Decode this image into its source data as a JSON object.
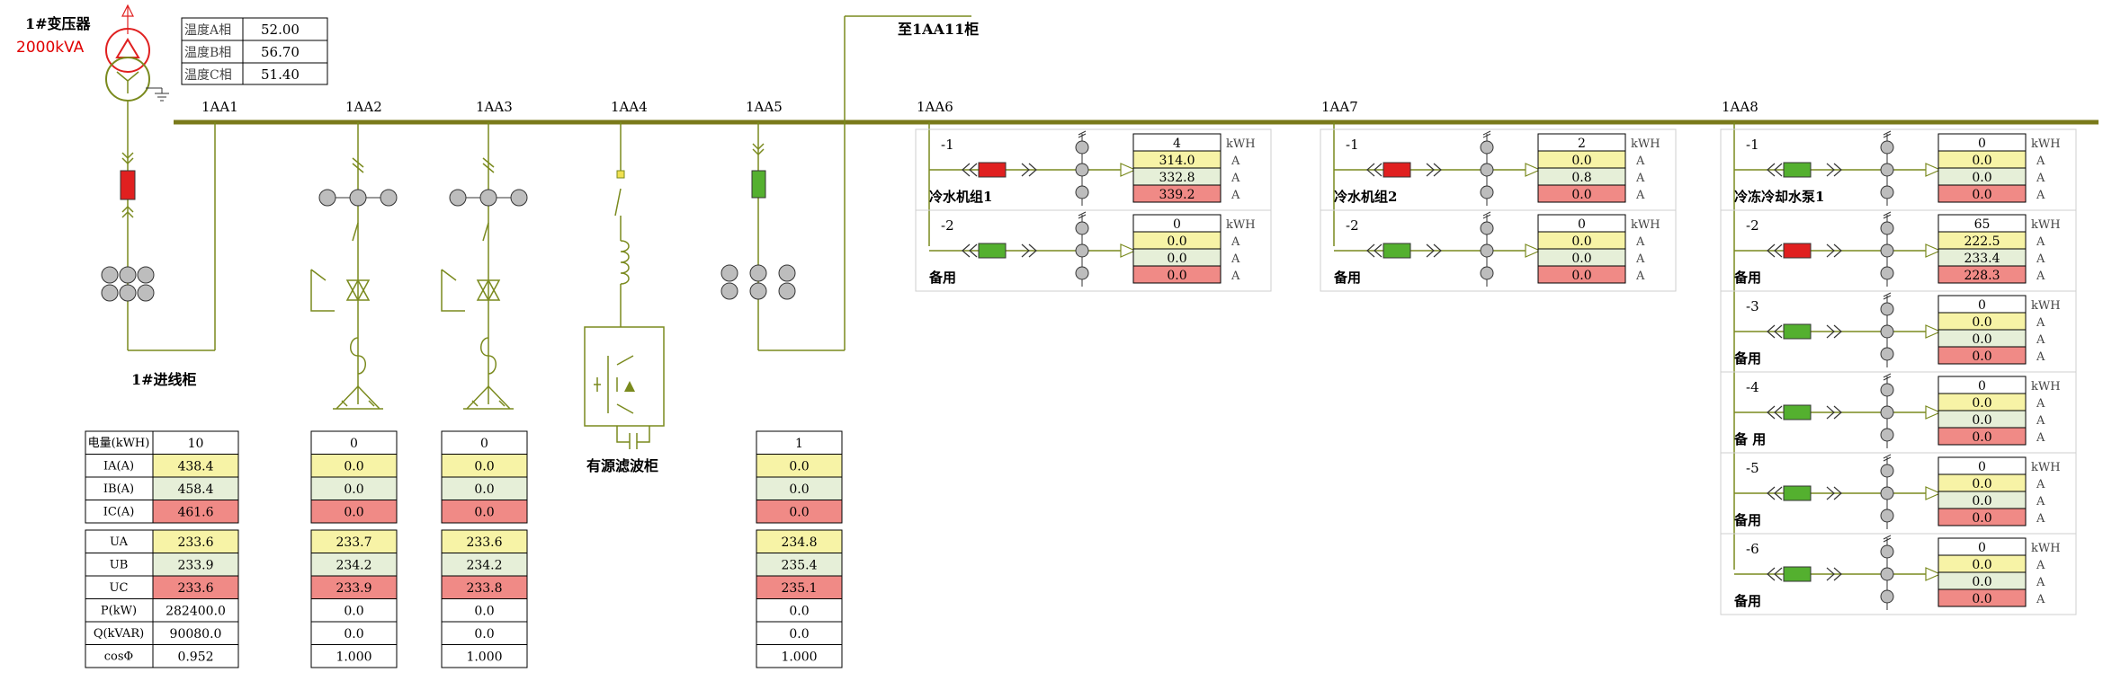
{
  "transformer": {
    "name": "1#变压器",
    "capacity": "2000kVA",
    "temps": [
      {
        "label": "温度A相",
        "value": "52.00"
      },
      {
        "label": "温度B相",
        "value": "56.70"
      },
      {
        "label": "温度C相",
        "value": "51.40"
      }
    ]
  },
  "feed_label": "至1AA11柜",
  "busbar_labels": [
    "1AA1",
    "1AA2",
    "1AA3",
    "1AA4",
    "1AA5",
    "1AA6",
    "1AA7",
    "1AA8"
  ],
  "cabinet_labels": {
    "incoming": "1#进线柜",
    "filter": "有源滤波柜"
  },
  "meter_row_labels": [
    "电量(kWH)",
    "IA(A)",
    "IB(A)",
    "IC(A)",
    "UA",
    "UB",
    "UC",
    "P(kW)",
    "Q(kVAR)",
    "cosΦ"
  ],
  "meters": [
    {
      "cabinet": "1AA1",
      "values": [
        "10",
        "438.4",
        "458.4",
        "461.6",
        "233.6",
        "233.9",
        "233.6",
        "282400.0",
        "90080.0",
        "0.952"
      ]
    },
    {
      "cabinet": "1AA2",
      "values": [
        "0",
        "0.0",
        "0.0",
        "0.0",
        "233.7",
        "234.2",
        "233.9",
        "0.0",
        "0.0",
        "1.000"
      ]
    },
    {
      "cabinet": "1AA3",
      "values": [
        "0",
        "0.0",
        "0.0",
        "0.0",
        "233.6",
        "234.2",
        "233.8",
        "0.0",
        "0.0",
        "1.000"
      ]
    },
    {
      "cabinet": "1AA5",
      "values": [
        "1",
        "0.0",
        "0.0",
        "0.0",
        "234.8",
        "235.4",
        "235.1",
        "0.0",
        "0.0",
        "1.000"
      ]
    }
  ],
  "unit_labels": {
    "energy": "kWH",
    "current": "A"
  },
  "status_colors": {
    "closed": "#e02020",
    "open": "#54b02f"
  },
  "feeders": [
    {
      "id": "-1",
      "name": "冷水机组1",
      "state": "closed",
      "values": [
        "4",
        "314.0",
        "332.8",
        "339.2"
      ]
    },
    {
      "id": "-2",
      "name": "备用",
      "state": "open",
      "values": [
        "0",
        "0.0",
        "0.0",
        "0.0"
      ]
    },
    {
      "id": "-1",
      "name": "冷水机组2",
      "state": "closed",
      "values": [
        "2",
        "0.0",
        "0.8",
        "0.0"
      ]
    },
    {
      "id": "-2",
      "name": "备用",
      "state": "open",
      "values": [
        "0",
        "0.0",
        "0.0",
        "0.0"
      ]
    },
    {
      "id": "-1",
      "name": "冷冻冷却水泵1",
      "state": "open",
      "values": [
        "0",
        "0.0",
        "0.0",
        "0.0"
      ]
    },
    {
      "id": "-2",
      "name": "备用",
      "state": "closed",
      "values": [
        "65",
        "222.5",
        "233.4",
        "228.3"
      ]
    },
    {
      "id": "-3",
      "name": "备用",
      "state": "open",
      "values": [
        "0",
        "0.0",
        "0.0",
        "0.0"
      ]
    },
    {
      "id": "-4",
      "name": "备 用",
      "state": "open",
      "values": [
        "0",
        "0.0",
        "0.0",
        "0.0"
      ]
    },
    {
      "id": "-5",
      "name": "备用",
      "state": "open",
      "values": [
        "0",
        "0.0",
        "0.0",
        "0.0"
      ]
    },
    {
      "id": "-6",
      "name": "备用",
      "state": "open",
      "values": [
        "0",
        "0.0",
        "0.0",
        "0.0"
      ]
    }
  ]
}
